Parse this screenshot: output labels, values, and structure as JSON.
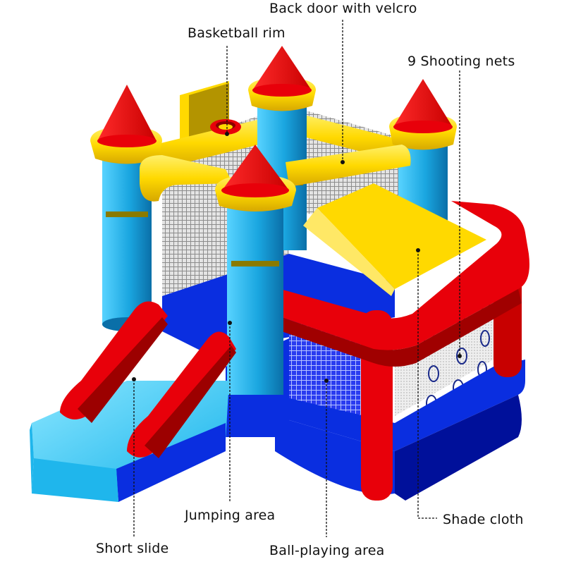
{
  "diagram": {
    "subject": "Inflatable bounce castle with slide",
    "colors": {
      "red": "#e8000a",
      "dark_red": "#9c0000",
      "yellow": "#ffd900",
      "dark_yellow": "#b39400",
      "light_blue": "#1fb6ec",
      "blue": "#0a2ee0",
      "dark_blue": "#00109a",
      "mesh": "#d9d9d9",
      "leader": "#111111"
    },
    "labels": [
      {
        "id": "back-door",
        "text": "Back door with velcro"
      },
      {
        "id": "basketball-rim",
        "text": "Basketball rim"
      },
      {
        "id": "shooting-nets",
        "text": "9 Shooting nets"
      },
      {
        "id": "jumping-area",
        "text": "Jumping area"
      },
      {
        "id": "shade-cloth",
        "text": "Shade cloth"
      },
      {
        "id": "short-slide",
        "text": "Short slide"
      },
      {
        "id": "ball-playing-area",
        "text": "Ball-playing area"
      }
    ]
  }
}
